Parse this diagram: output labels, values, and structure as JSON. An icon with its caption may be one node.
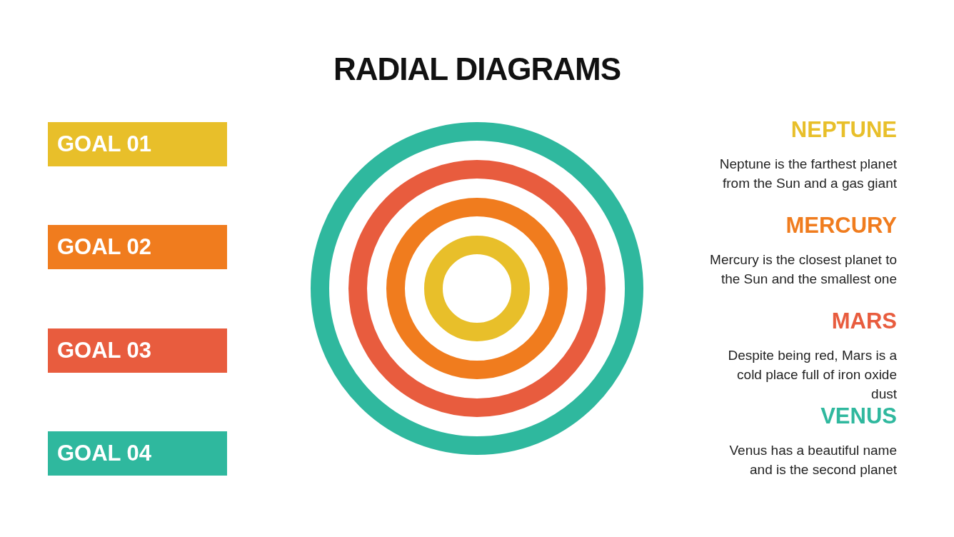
{
  "diagram": {
    "title": "RADIAL DIAGRAMS",
    "nodes": [
      {
        "text": [
          "GOAL 01"
        ]
      },
      {
        "text": [
          "GOAL 02"
        ]
      },
      {
        "text": [
          "GOAL 03"
        ]
      },
      {
        "text": [
          "GOAL 04"
        ]
      },
      {
        "text": [],
        "shape": "circle"
      },
      {
        "text": [],
        "shape": "circle",
        "in": 4
      },
      {
        "text": [],
        "shape": "circle",
        "in": 5
      },
      {
        "text": [],
        "shape": "circle",
        "in": 6
      }
    ],
    "edges": [],
    "labels": [
      "NEPTUNE",
      "Neptune is the farthest planet from the Sun and a gas giant",
      "MERCURY",
      "Mercury is the closest planet to the Sun and the smallest one",
      "MARS",
      "Despite being red, Mars is a cold place full of iron oxide dust",
      "VENUS",
      "Venus has a beautiful name and is the second planet"
    ]
  }
}
